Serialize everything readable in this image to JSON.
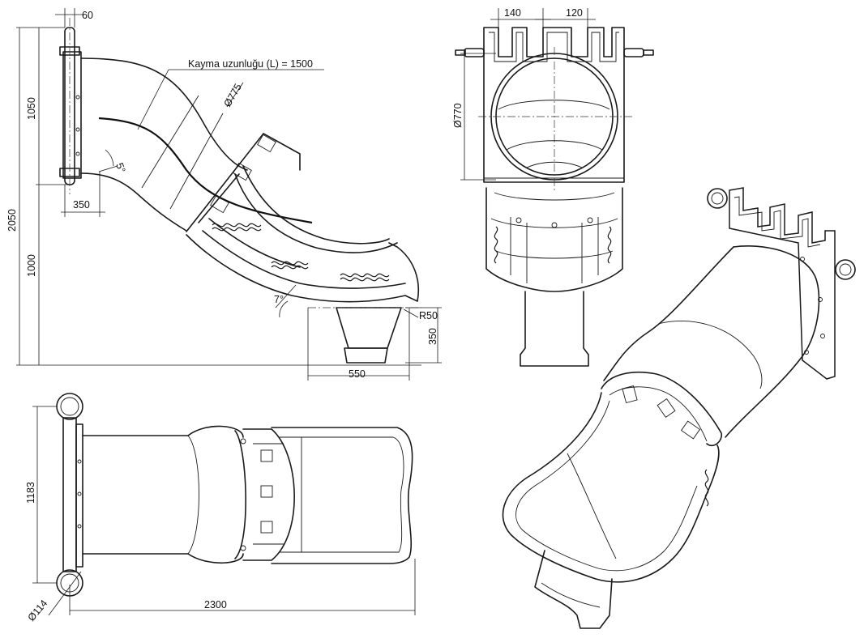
{
  "dimensions": {
    "top_width": "60",
    "upper_height": "1050",
    "total_height": "2050",
    "lower_height": "1000",
    "offset": "350",
    "angle_top": "5°",
    "tube_diameter": "Ø775",
    "slide_length": "Kayma uzunluğu (L) = 1500",
    "angle_exit": "7°",
    "radius": "R50",
    "exit_height": "350",
    "exit_width": "550",
    "front_w1": "140",
    "front_w2": "120",
    "front_diameter": "Ø770",
    "plan_width": "1183",
    "pipe_diameter": "Ø114",
    "plan_length": "2300"
  }
}
